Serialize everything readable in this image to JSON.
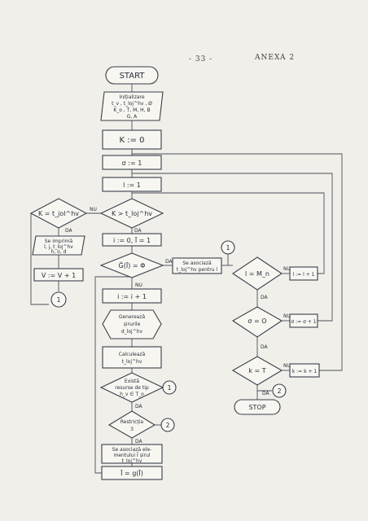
{
  "header": {
    "page_number": "- 33 -",
    "annex": "ANEXA 2"
  },
  "nodes": {
    "start": "START",
    "init": [
      "Inițializare",
      "t_v , t_loj^hv , Ø",
      "K_o , T, M, H, B",
      "G, A"
    ],
    "k_zero": "K := 0",
    "sigma_one": "σ := 1",
    "l_one": "l := 1",
    "k_gt_t": "K > t_loj^hv",
    "k_eq_t": "K = t_jol^hv",
    "print": [
      "Se imprimă",
      "l, j, t_loj^hv",
      "h, o, d"
    ],
    "v_inc": "V := V + 1",
    "i_assign": "i := 0, Ī = 1",
    "g_phi": "Ğ(Ī) = Φ",
    "assoc_pentru": [
      "Se asociază",
      "t_loj^hv pentru l"
    ],
    "l_eq_m": "l = M_n",
    "l_inc": "l := l + 1",
    "i_inc": "i := i + 1",
    "generate": [
      "Generează",
      "șirurile",
      "d_loj^hv"
    ],
    "calc": [
      "Calculează",
      "t_loj^hv"
    ],
    "resurse": [
      "Există",
      "resurse de tip",
      "h_v ∈ T_o"
    ],
    "restrictia": [
      "Restricția",
      "3"
    ],
    "assoc_elem": [
      "Se asociază ele-",
      "mentului Ī șirul",
      "t_loj^hv"
    ],
    "i_g": "Ī = g(Ī)",
    "sigma_zero": "σ = O",
    "sigma_inc": "σ := σ + 1",
    "k_eq_T": "k = T",
    "k_inc": "k := k + 1",
    "stop": "STOP"
  },
  "connectors": {
    "c1": "1",
    "c2": "2"
  },
  "edge_labels": {
    "da": "DA",
    "nu": "NU"
  }
}
